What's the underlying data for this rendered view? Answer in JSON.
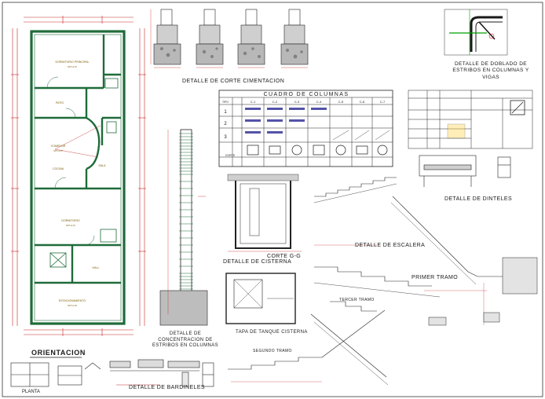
{
  "drawing": {
    "colors": {
      "walls": "#1f6b3a",
      "dimensions": "#c62828",
      "detail_lines": "#222222",
      "annotation": "#7a5c00",
      "highlight": "#00a000",
      "table_accent": "#1a1a8c"
    }
  },
  "plan": {
    "rooms": [
      "DORMITORIO PRINCIPAL",
      "PATIO",
      "COMEDOR",
      "COCINA",
      "SALA",
      "DORMITORIO",
      "HALL",
      "ESTACIONAMIENTO"
    ],
    "orientation_title": "ORIENTACION",
    "plan_label": "PLANTA"
  },
  "captions": {
    "foundation_detail": "DETALLE DE CORTE CIMENTACION",
    "stirrup_bending": "DETALLE DE DOBLADO DE ESTRIBOS EN COLUMNAS Y VIGAS",
    "column_table_title": "CUADRO DE COLUMNAS",
    "column_table_col1": "TIPO",
    "column_table_row_label": "CORTE",
    "lintels": "DETALLE DE DINTELES",
    "cistern": "DETALLE DE CISTERNA",
    "section_gg": "CORTE G-G",
    "stair_detail": "DETALLE DE ESCALERA",
    "first_flight": "PRIMER TRAMO",
    "third_flight": "TERCER TRAMO",
    "second_flight": "SEGUNDO TRAMO",
    "column_stirrups": "DETALLE DE CONCENTRACION DE ESTRIBOS EN COLUMNAS",
    "tank_cover": "TAPA DE TANQUE CISTERNA",
    "parapet": "DETALLE DE BARDINELES"
  },
  "column_table": {
    "headers": [
      "C-1",
      "C-2",
      "C-3",
      "C-4",
      "C-5",
      "C-6",
      "C-7"
    ],
    "rows": [
      "1",
      "2",
      "3"
    ]
  }
}
